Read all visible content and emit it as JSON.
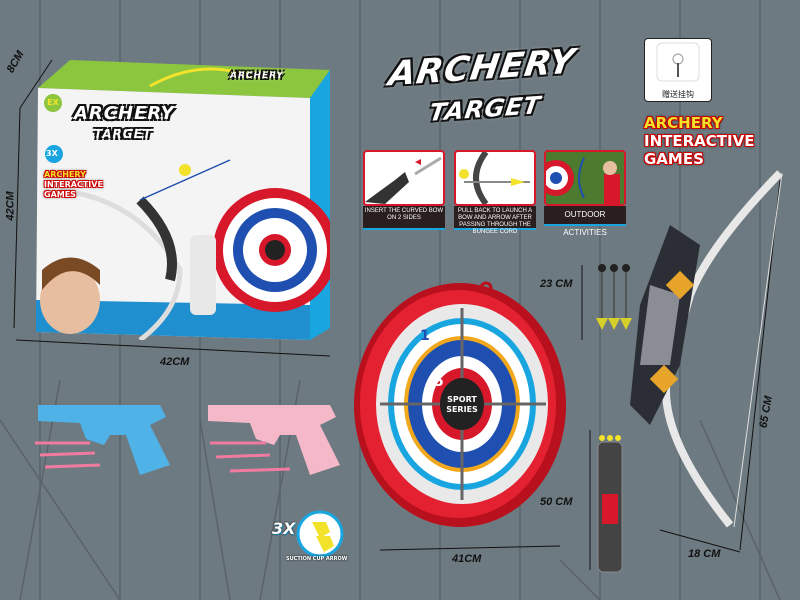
{
  "logo": {
    "line1": "ARCHERY",
    "line2": "TARGET"
  },
  "features": [
    {
      "caption": "INSERT THE CURVED BOW ON 2 SIDES"
    },
    {
      "caption": "PULL BACK TO LAUNCH A BOW AND ARROW AFTER PASSING THROUGH THE BUNGEE CORD"
    },
    {
      "caption": "OUTDOOR ACTIVITIES"
    }
  ],
  "hook": {
    "label": "赠送挂钩"
  },
  "tagline": {
    "line1": "ARCHERY",
    "line2": "INTERACTIVE",
    "line3": "GAMES"
  },
  "box": {
    "brand": "EX",
    "logo1": "ARCHERY",
    "logo2": "TARGET",
    "tag1": "ARCHERY",
    "tag2": "INTERACTIVE",
    "tag3": "GAMES",
    "badge": "3X"
  },
  "target": {
    "label1": "SPORT",
    "label2": "SERIES",
    "numbers": [
      "1",
      "3",
      "5"
    ]
  },
  "badge": {
    "count": "3X",
    "text": "SUCTION CUP ARROW"
  },
  "dimensions": {
    "box_depth": "8CM",
    "box_height": "42CM",
    "box_width": "42CM",
    "target_width": "41CM",
    "arrows": "23 CM",
    "quiver": "50 CM",
    "bow_height": "65 CM",
    "bow_width": "18 CM"
  },
  "colors": {
    "background": "#6e7a81",
    "red": "#d7182a",
    "blue": "#1f4fb0",
    "yellow": "#f2e22a",
    "green": "#8cc63f",
    "sky": "#19a6e0"
  }
}
